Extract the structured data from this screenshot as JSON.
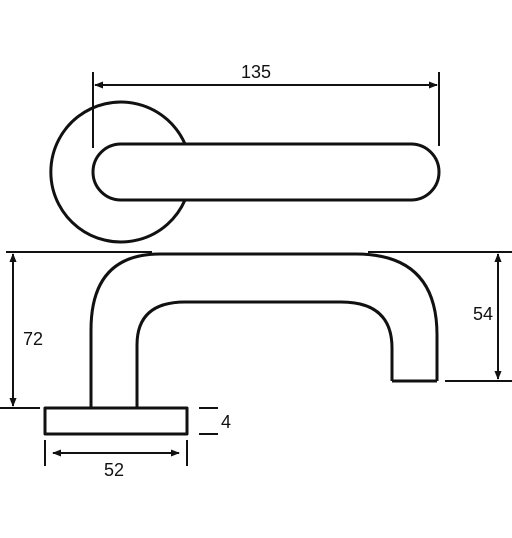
{
  "colors": {
    "line": "#111111",
    "background": "#ffffff"
  },
  "dimensions": {
    "lever_length": "135",
    "height_total": "72",
    "height_lever": "54",
    "rose_thickness": "4",
    "rose_diameter": "52"
  }
}
